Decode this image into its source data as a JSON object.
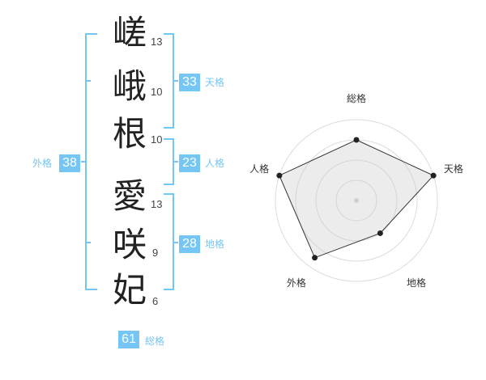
{
  "name": {
    "surname": [
      {
        "char": "嵯",
        "strokes": "13"
      },
      {
        "char": "峨",
        "strokes": "10"
      },
      {
        "char": "根",
        "strokes": "10"
      }
    ],
    "given": [
      {
        "char": "愛",
        "strokes": "13"
      },
      {
        "char": "咲",
        "strokes": "9"
      },
      {
        "char": "妃",
        "strokes": "6"
      }
    ]
  },
  "fortune": {
    "tenkaku": {
      "value": "33",
      "label": "天格"
    },
    "jinkaku": {
      "value": "23",
      "label": "人格"
    },
    "chikaku": {
      "value": "28",
      "label": "地格"
    },
    "gaikaku": {
      "value": "38",
      "label": "外格"
    },
    "soukaku": {
      "value": "61",
      "label": "総格"
    }
  },
  "colors": {
    "accent": "#75c6f4"
  },
  "chart_data": {
    "type": "radar",
    "axes": [
      "総格",
      "天格",
      "地格",
      "外格",
      "人格"
    ],
    "range": [
      0,
      4
    ],
    "values": [
      3,
      4,
      2,
      3.5,
      4
    ],
    "rings": 4
  }
}
